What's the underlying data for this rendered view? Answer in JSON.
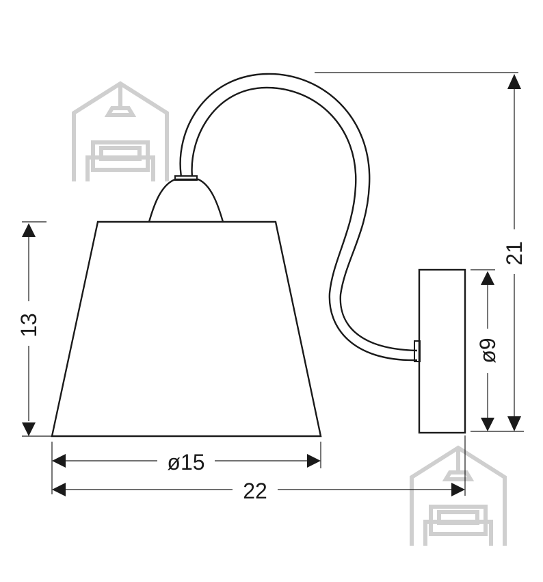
{
  "dimensions": {
    "height_total": "21",
    "shade_height": "13",
    "shade_diameter": "ø15",
    "total_depth": "22",
    "base_diameter": "ø9"
  },
  "colors": {
    "line": "#1a1a1a",
    "watermark": "#cfcfcf",
    "background": "#ffffff"
  },
  "icons": {
    "watermark": "house-sofa-icon"
  }
}
